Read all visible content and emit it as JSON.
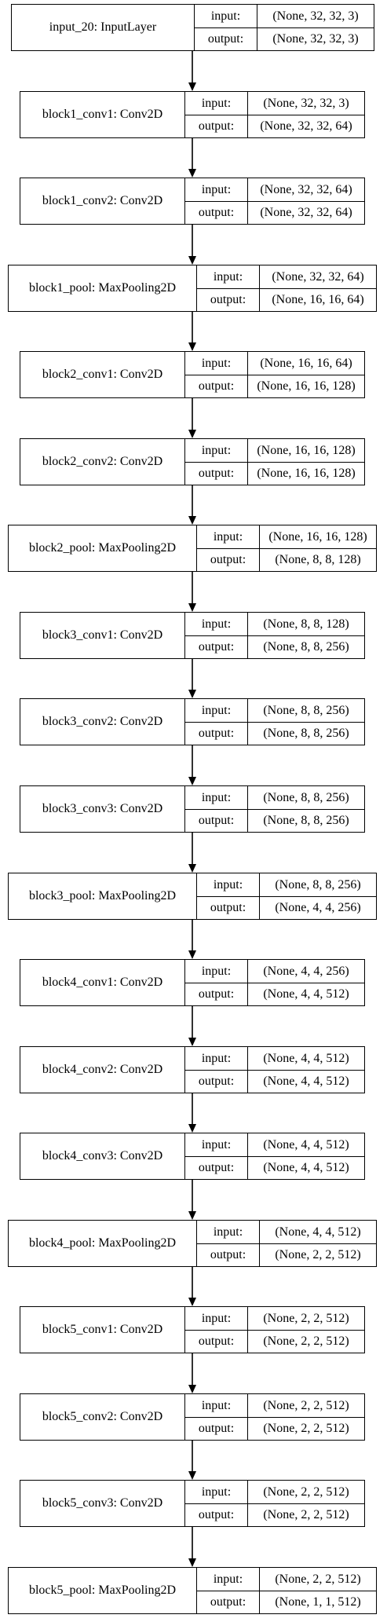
{
  "diagram": {
    "type": "keras-model-plot",
    "port_labels": {
      "input": "input:",
      "output": "output:"
    },
    "layers": [
      {
        "name": "input_20: InputLayer",
        "input": "(None, 32, 32, 3)",
        "output": "(None, 32, 32, 3)"
      },
      {
        "name": "block1_conv1: Conv2D",
        "input": "(None, 32, 32, 3)",
        "output": "(None, 32, 32, 64)"
      },
      {
        "name": "block1_conv2: Conv2D",
        "input": "(None, 32, 32, 64)",
        "output": "(None, 32, 32, 64)"
      },
      {
        "name": "block1_pool: MaxPooling2D",
        "input": "(None, 32, 32, 64)",
        "output": "(None, 16, 16, 64)"
      },
      {
        "name": "block2_conv1: Conv2D",
        "input": "(None, 16, 16, 64)",
        "output": "(None, 16, 16, 128)"
      },
      {
        "name": "block2_conv2: Conv2D",
        "input": "(None, 16, 16, 128)",
        "output": "(None, 16, 16, 128)"
      },
      {
        "name": "block2_pool: MaxPooling2D",
        "input": "(None, 16, 16, 128)",
        "output": "(None, 8, 8, 128)"
      },
      {
        "name": "block3_conv1: Conv2D",
        "input": "(None, 8, 8, 128)",
        "output": "(None, 8, 8, 256)"
      },
      {
        "name": "block3_conv2: Conv2D",
        "input": "(None, 8, 8, 256)",
        "output": "(None, 8, 8, 256)"
      },
      {
        "name": "block3_conv3: Conv2D",
        "input": "(None, 8, 8, 256)",
        "output": "(None, 8, 8, 256)"
      },
      {
        "name": "block3_pool: MaxPooling2D",
        "input": "(None, 8, 8, 256)",
        "output": "(None, 4, 4, 256)"
      },
      {
        "name": "block4_conv1: Conv2D",
        "input": "(None, 4, 4, 256)",
        "output": "(None, 4, 4, 512)"
      },
      {
        "name": "block4_conv2: Conv2D",
        "input": "(None, 4, 4, 512)",
        "output": "(None, 4, 4, 512)"
      },
      {
        "name": "block4_conv3: Conv2D",
        "input": "(None, 4, 4, 512)",
        "output": "(None, 4, 4, 512)"
      },
      {
        "name": "block4_pool: MaxPooling2D",
        "input": "(None, 4, 4, 512)",
        "output": "(None, 2, 2, 512)"
      },
      {
        "name": "block5_conv1: Conv2D",
        "input": "(None, 2, 2, 512)",
        "output": "(None, 2, 2, 512)"
      },
      {
        "name": "block5_conv2: Conv2D",
        "input": "(None, 2, 2, 512)",
        "output": "(None, 2, 2, 512)"
      },
      {
        "name": "block5_conv3: Conv2D",
        "input": "(None, 2, 2, 512)",
        "output": "(None, 2, 2, 512)"
      },
      {
        "name": "block5_pool: MaxPooling2D",
        "input": "(None, 2, 2, 512)",
        "output": "(None, 1, 1, 512)"
      }
    ]
  }
}
